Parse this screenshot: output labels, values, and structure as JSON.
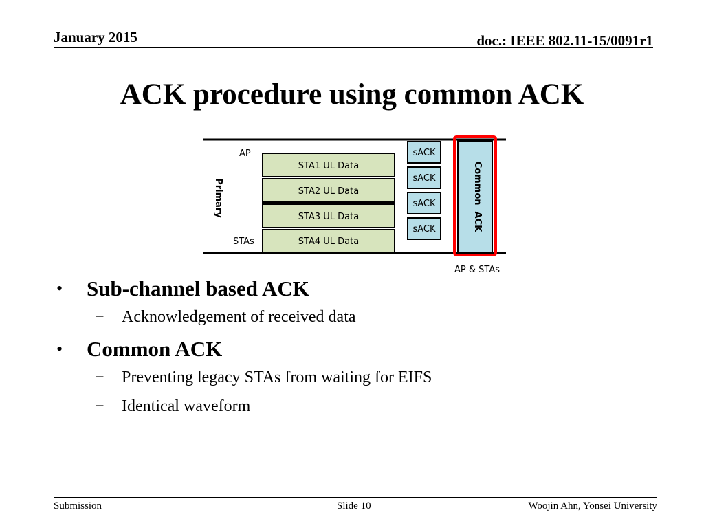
{
  "header": {
    "date": "January 2015",
    "doc": "doc.: IEEE 802.11-15/0091r1"
  },
  "title": "ACK procedure using common ACK",
  "diagram": {
    "ap_label": "AP",
    "stas_label": "STAs",
    "primary_label": "Primary",
    "ul_data": [
      "STA1 UL Data",
      "STA2 UL Data",
      "STA3 UL Data",
      "STA4 UL Data"
    ],
    "sacks": [
      "sACK",
      "sACK",
      "sACK",
      "sACK"
    ],
    "common_ack": "Common  ACK",
    "ap_stas_label": "AP & STAs",
    "colors": {
      "ul_data_fill": "#d7e4bd",
      "sack_fill": "#b7dee8",
      "common_ack_fill": "#b7dee8",
      "highlight": "#ff0000"
    }
  },
  "bullets": [
    {
      "text": "Sub-channel based ACK",
      "sub": [
        "Acknowledgement of received data"
      ]
    },
    {
      "text": "Common ACK",
      "sub": [
        "Preventing legacy STAs from waiting for EIFS",
        "Identical waveform"
      ]
    }
  ],
  "footer": {
    "left": "Submission",
    "center": "Slide 10",
    "right": "Woojin Ahn, Yonsei University"
  }
}
